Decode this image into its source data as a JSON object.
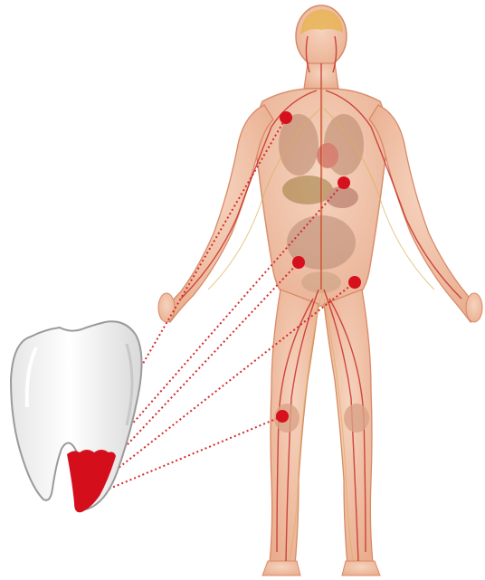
{
  "colors": {
    "background": "#ffffff",
    "body_fill": "#f2c2a6",
    "body_outline": "#d88a68",
    "vessel": "#c8302a",
    "nerve": "#d9b15a",
    "organ": "#b8866a",
    "brain": "#e7b14b",
    "infection_marker": "#d6101c",
    "tooth_fill": "#f7f7f7",
    "tooth_outline": "#9a9a9a",
    "tooth_infection": "#d40f1b",
    "dotted_line": "#d62a2a"
  },
  "icons": {
    "tooth": "tooth-icon",
    "human_figure": "human-anatomy-figure",
    "marker": "infection-point-icon"
  },
  "infection_sites": [
    "shoulder",
    "upper-abdomen",
    "lower-abdomen-left",
    "lower-abdomen-right",
    "knee"
  ]
}
